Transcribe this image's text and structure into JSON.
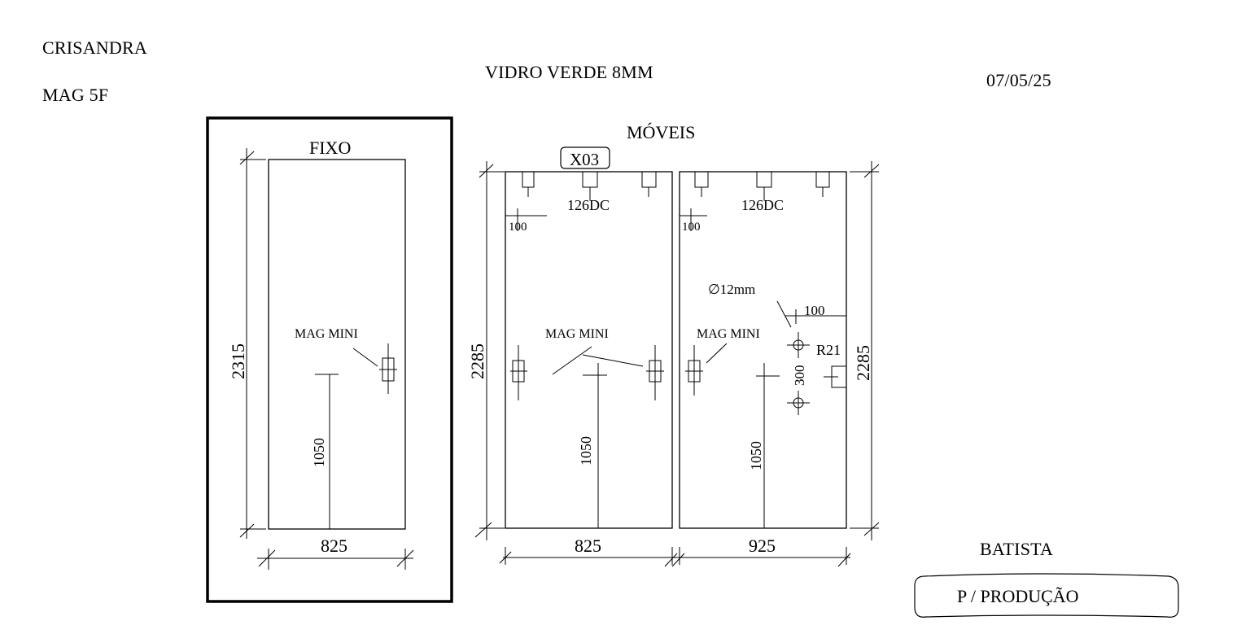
{
  "header": {
    "client": "CRISANDRA",
    "model": "MAG 5F",
    "glass": "VIDRO VERDE 8MM",
    "date": "07/05/25"
  },
  "footer": {
    "author": "BATISTA",
    "stamp": "P / PRODUÇÃO"
  },
  "fixed_panel": {
    "title": "FIXO",
    "height": "2315",
    "width": "825",
    "handle_height": "1050",
    "lock_label": "MAG MINI"
  },
  "moving_section": {
    "title": "MÓVEIS",
    "tag": "X03",
    "height_left": "2285",
    "height_right": "2285",
    "left_panel": {
      "width": "825",
      "hardware": "126DC",
      "offset": "100",
      "handle_height": "1050",
      "lock_label": "MAG MINI"
    },
    "right_panel": {
      "width": "925",
      "hardware": "126DC",
      "offset": "100",
      "handle_height": "1050",
      "lock_label": "MAG MINI",
      "hole_diameter": "∅12mm",
      "hole_offset": "100",
      "hole_spacing": "300",
      "radius": "R21"
    }
  }
}
